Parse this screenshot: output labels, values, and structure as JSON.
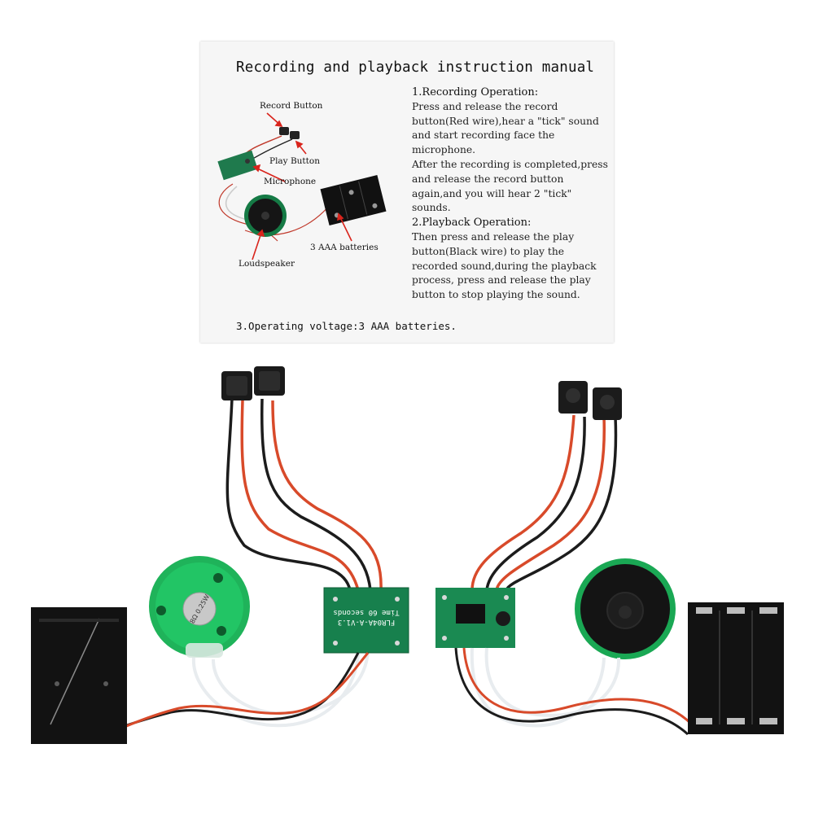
{
  "manual": {
    "title": "Recording and playback instruction manual",
    "diagram_labels": {
      "record_button": "Record Button",
      "play_button": "Play Button",
      "microphone": "Microphone",
      "batteries": "3 AAA batteries",
      "loudspeaker": "Loudspeaker"
    },
    "recording": {
      "heading": "1.Recording Operation:",
      "para1": "Press and release the record button(Red wire),hear a \"tick\" sound and start recording face the microphone.",
      "para2": "After the recording is completed,press and release the record button again,and you will hear 2 \"tick\" sounds."
    },
    "playback": {
      "heading": "2.Playback Operation:",
      "para1": "Then press and release the play button(Black wire) to play the recorded sound,during the playback process, press and release the play button to stop playing the sound."
    },
    "voltage": "3.Operating voltage:3 AAA batteries."
  },
  "product": {
    "left_board_text_line1": "FLR04A-A-V1.3",
    "left_board_text_line2": "Time 60 seconds",
    "speaker_sticker": "8Ω 0.25W"
  }
}
